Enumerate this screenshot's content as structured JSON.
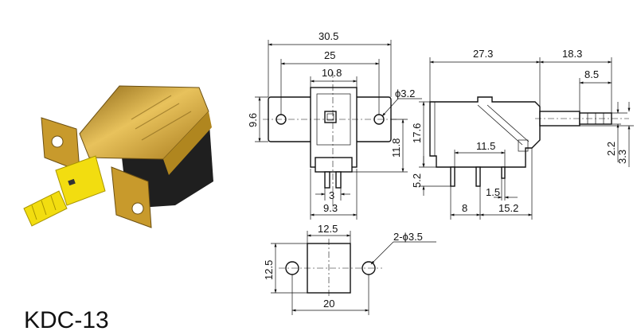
{
  "model_name": "KDC-13",
  "photo": {
    "housing_color": "#c79a2a",
    "body_color": "#222222",
    "button_color": "#f2dd10"
  },
  "front_view": {
    "overall_width": "30.5",
    "hole_spacing": "25",
    "body_width": "10.8",
    "hole_diameter": "ϕ3.2",
    "bracket_height": "9.6",
    "body_below_bracket": "11.8",
    "pin_spacing": "3",
    "pin_row_width": "9.3"
  },
  "side_view": {
    "body_length": "27.3",
    "plunger_length": "18.3",
    "plunger_tip": "8.5",
    "body_height": "17.6",
    "pin_height": "5.2",
    "pin_offset": "11.5",
    "pin_thickness": "1.5",
    "pin_pitch": "8",
    "pin_to_end": "15.2",
    "plunger_dia_small": "2.2",
    "plunger_dia_large": "3.3"
  },
  "mount_view": {
    "cutout_width": "12.5",
    "cutout_height": "12.5",
    "hole_pitch": "20",
    "holes": "2-ϕ3.5"
  }
}
